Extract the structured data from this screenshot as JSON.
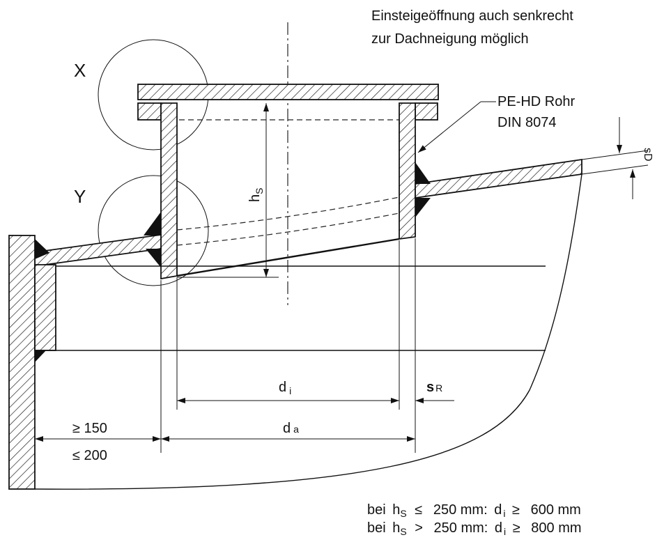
{
  "note": {
    "line1": "Einsteigeöffnung auch senkrecht",
    "line2": "zur Dachneigung möglich"
  },
  "detail_labels": {
    "x": "X",
    "y": "Y"
  },
  "pipe_label": {
    "line1": "PE-HD Rohr",
    "line2": "DIN 8074"
  },
  "dimensions": {
    "hs_main": "h",
    "hs_sub": "S",
    "sd": "sD",
    "di_main": "d",
    "di_sub": "i",
    "da_main": "d",
    "da_sub": "a",
    "sr_main": "s",
    "sr_sub": "R",
    "gap_min": "≥ 150",
    "gap_max": "≤ 200"
  },
  "conditions": [
    {
      "prefix": "bei",
      "h": "h",
      "h_sub": "S",
      "op": "≤",
      "value": "250 mm:",
      "d": "d",
      "d_sub": "i",
      "rel": "≥",
      "result": "600 mm"
    },
    {
      "prefix": "bei",
      "h": "h",
      "h_sub": "S",
      "op": ">",
      "value": "250 mm:",
      "d": "d",
      "d_sub": "i",
      "rel": "≥",
      "result": "800 mm"
    }
  ]
}
